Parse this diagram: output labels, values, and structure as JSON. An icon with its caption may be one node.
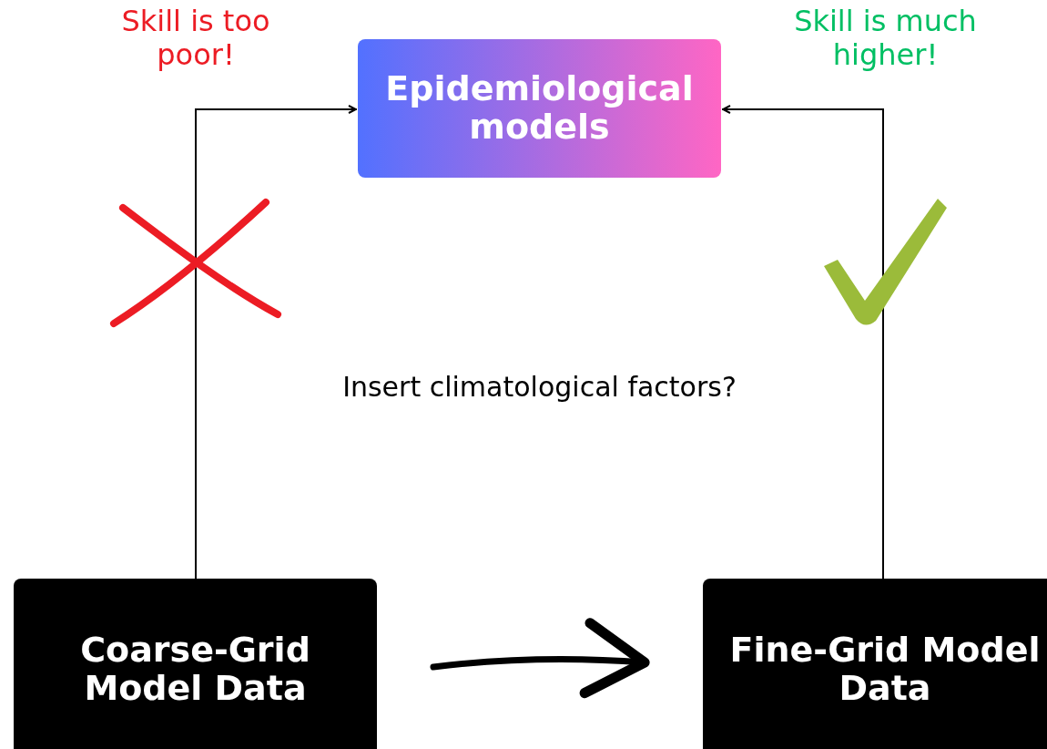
{
  "diagram": {
    "nodes": [
      {
        "text": [
          "Epidemiological models"
        ]
      },
      {
        "text": [
          "Coarse-Grid Model Data"
        ]
      },
      {
        "text": [
          "Fine-Grid Model Data"
        ]
      }
    ],
    "edges": [
      {
        "from": 1,
        "to": 0,
        "arrow": "to"
      },
      {
        "from": 2,
        "to": 0,
        "arrow": "to"
      },
      {
        "from": 1,
        "to": 2,
        "arrow": "to",
        "style": "thick"
      }
    ],
    "labels": [
      "Skill is too poor!",
      "Skill is much higher!",
      "Insert climatological factors?"
    ]
  }
}
